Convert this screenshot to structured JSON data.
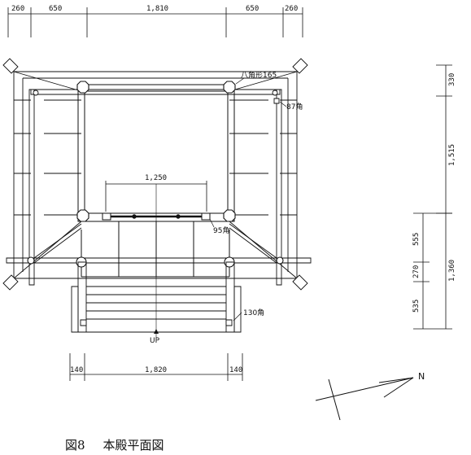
{
  "top_dims": [
    "260",
    "650",
    "1,810",
    "650",
    "260"
  ],
  "bottom_dims": [
    "140",
    "1,820",
    "140"
  ],
  "right_dims_upper": [
    "330",
    "1,515"
  ],
  "right_dims_lower": [
    "555",
    "270",
    "535",
    "1,360"
  ],
  "inner_dim": "1,250",
  "labels": {
    "octagonal_post": "八角形165",
    "square_post_87": "87角",
    "square_post_95": "95角",
    "square_post_130": "130角",
    "up": "UP",
    "north": "N"
  },
  "caption": {
    "figure": "図8",
    "title": "本殿平面図"
  }
}
